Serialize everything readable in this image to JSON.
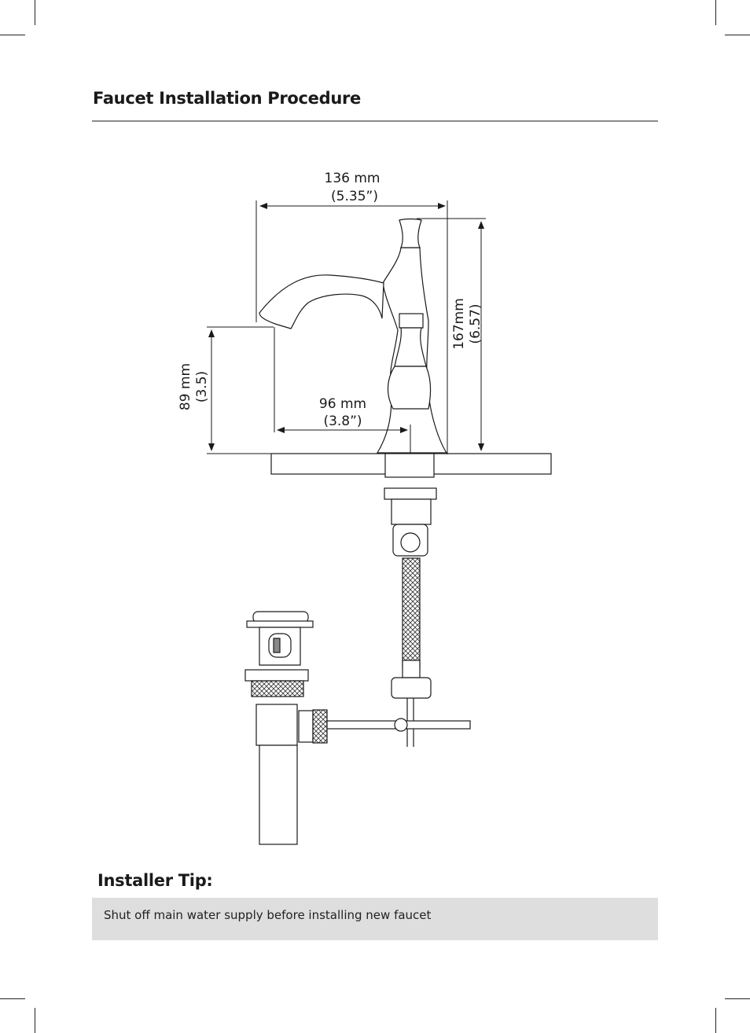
{
  "page": {
    "title": "Faucet Installation Procedure"
  },
  "diagram": {
    "dimensions": {
      "width_mm": "136 mm",
      "width_in": "(5.35”)",
      "height_mm": "167mm",
      "height_in": "(6.57)",
      "spout_height_mm": "89 mm",
      "spout_height_in": "(3.5)",
      "reach_mm": "96 mm",
      "reach_in": "(3.8”)"
    }
  },
  "tip": {
    "heading": "Installer Tip:",
    "text": "Shut off main water supply before installing new faucet"
  }
}
